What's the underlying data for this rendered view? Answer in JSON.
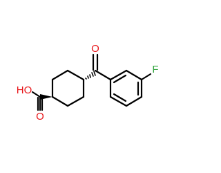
{
  "molecule": {
    "atoms": {
      "fluorine": "F",
      "ketone_oxygen": "O",
      "acid_hydroxyl": "HO",
      "acid_oxygen": "O"
    },
    "colors": {
      "bond": "#000000",
      "oxygen": "#e8161a",
      "fluorine": "#33a53f"
    }
  }
}
